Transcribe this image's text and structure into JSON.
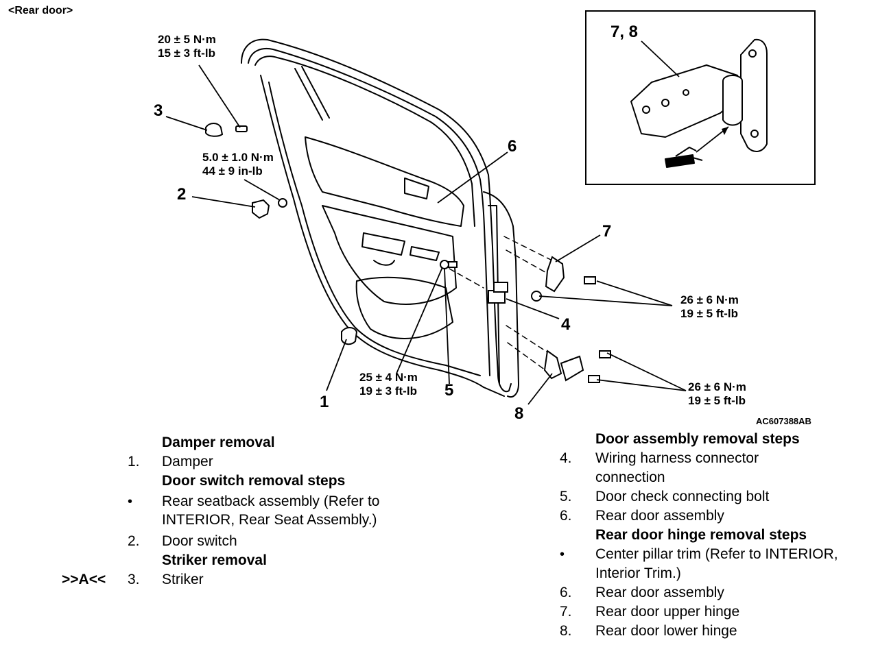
{
  "header": "<Rear door>",
  "figure": {
    "code": "AC607388AB",
    "callouts": {
      "c1": "1",
      "c2": "2",
      "c3": "3",
      "c4": "4",
      "c5": "5",
      "c6": "6",
      "c7": "7",
      "c8": "8",
      "c78": "7, 8"
    },
    "torques": {
      "t_striker": [
        "20 ± 5 N·m",
        "15 ± 3 ft-lb"
      ],
      "t_switch": [
        "5.0 ± 1.0 N·m",
        "44 ± 9 in-lb"
      ],
      "t_check": [
        "25 ± 4 N·m",
        "19 ± 3 ft-lb"
      ],
      "t_upper": [
        "26 ± 6 N·m",
        "19 ± 5 ft-lb"
      ],
      "t_lower": [
        "26 ± 6 N·m",
        "19 ± 5 ft-lb"
      ]
    }
  },
  "left_steps": [
    {
      "prefix": "",
      "text": "Damper removal",
      "heading": true
    },
    {
      "prefix": "1.",
      "text": "Damper",
      "heading": false
    },
    {
      "prefix": "",
      "text": "Door switch removal steps",
      "heading": true
    },
    {
      "prefix": "•",
      "text": "Rear seatback assembly (Refer to",
      "heading": false
    },
    {
      "prefix": "",
      "text": "INTERIOR, Rear Seat Assembly.)",
      "heading": false
    },
    {
      "prefix": "2.",
      "text": "Door switch",
      "heading": false
    },
    {
      "prefix": "",
      "text": "Striker removal",
      "heading": true
    },
    {
      "prefix": "3.",
      "text": "Striker",
      "heading": false,
      "note": ">>A<<"
    }
  ],
  "right_steps": [
    {
      "prefix": "",
      "text": "Door assembly removal steps",
      "heading": true
    },
    {
      "prefix": "4.",
      "text": "Wiring harness connector",
      "heading": false
    },
    {
      "prefix": "",
      "text": "connection",
      "heading": false
    },
    {
      "prefix": "5.",
      "text": "Door check connecting bolt",
      "heading": false
    },
    {
      "prefix": "6.",
      "text": "Rear door assembly",
      "heading": false
    },
    {
      "prefix": "",
      "text": "Rear door hinge removal steps",
      "heading": true
    },
    {
      "prefix": "•",
      "text": "Center pillar trim (Refer to INTERIOR,",
      "heading": false
    },
    {
      "prefix": "",
      "text": "Interior Trim.)",
      "heading": false
    },
    {
      "prefix": "6.",
      "text": "Rear door assembly",
      "heading": false
    },
    {
      "prefix": "7.",
      "text": "Rear door upper hinge",
      "heading": false
    },
    {
      "prefix": "8.",
      "text": "Rear door lower hinge",
      "heading": false
    }
  ]
}
